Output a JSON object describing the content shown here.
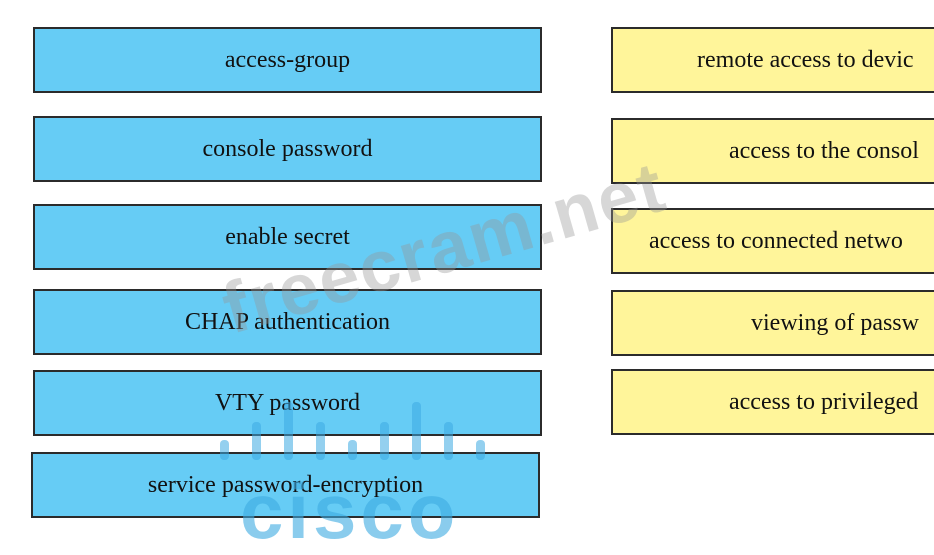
{
  "left_items": [
    {
      "label": "access-group"
    },
    {
      "label": "console password"
    },
    {
      "label": "enable secret"
    },
    {
      "label": "CHAP authentication"
    },
    {
      "label": "VTY password"
    },
    {
      "label": "service password-encryption"
    }
  ],
  "right_items": [
    {
      "label": "remote access to devic"
    },
    {
      "label": "access to the consol"
    },
    {
      "label": "access to connected netwo"
    },
    {
      "label": "viewing of passw"
    },
    {
      "label": "access to privileged"
    }
  ],
  "watermark": {
    "site": "freecram.net",
    "logo": "cisco"
  },
  "colors": {
    "left_box": "#66ccf5",
    "right_box": "#fff59a",
    "border": "#2b2b2b"
  }
}
